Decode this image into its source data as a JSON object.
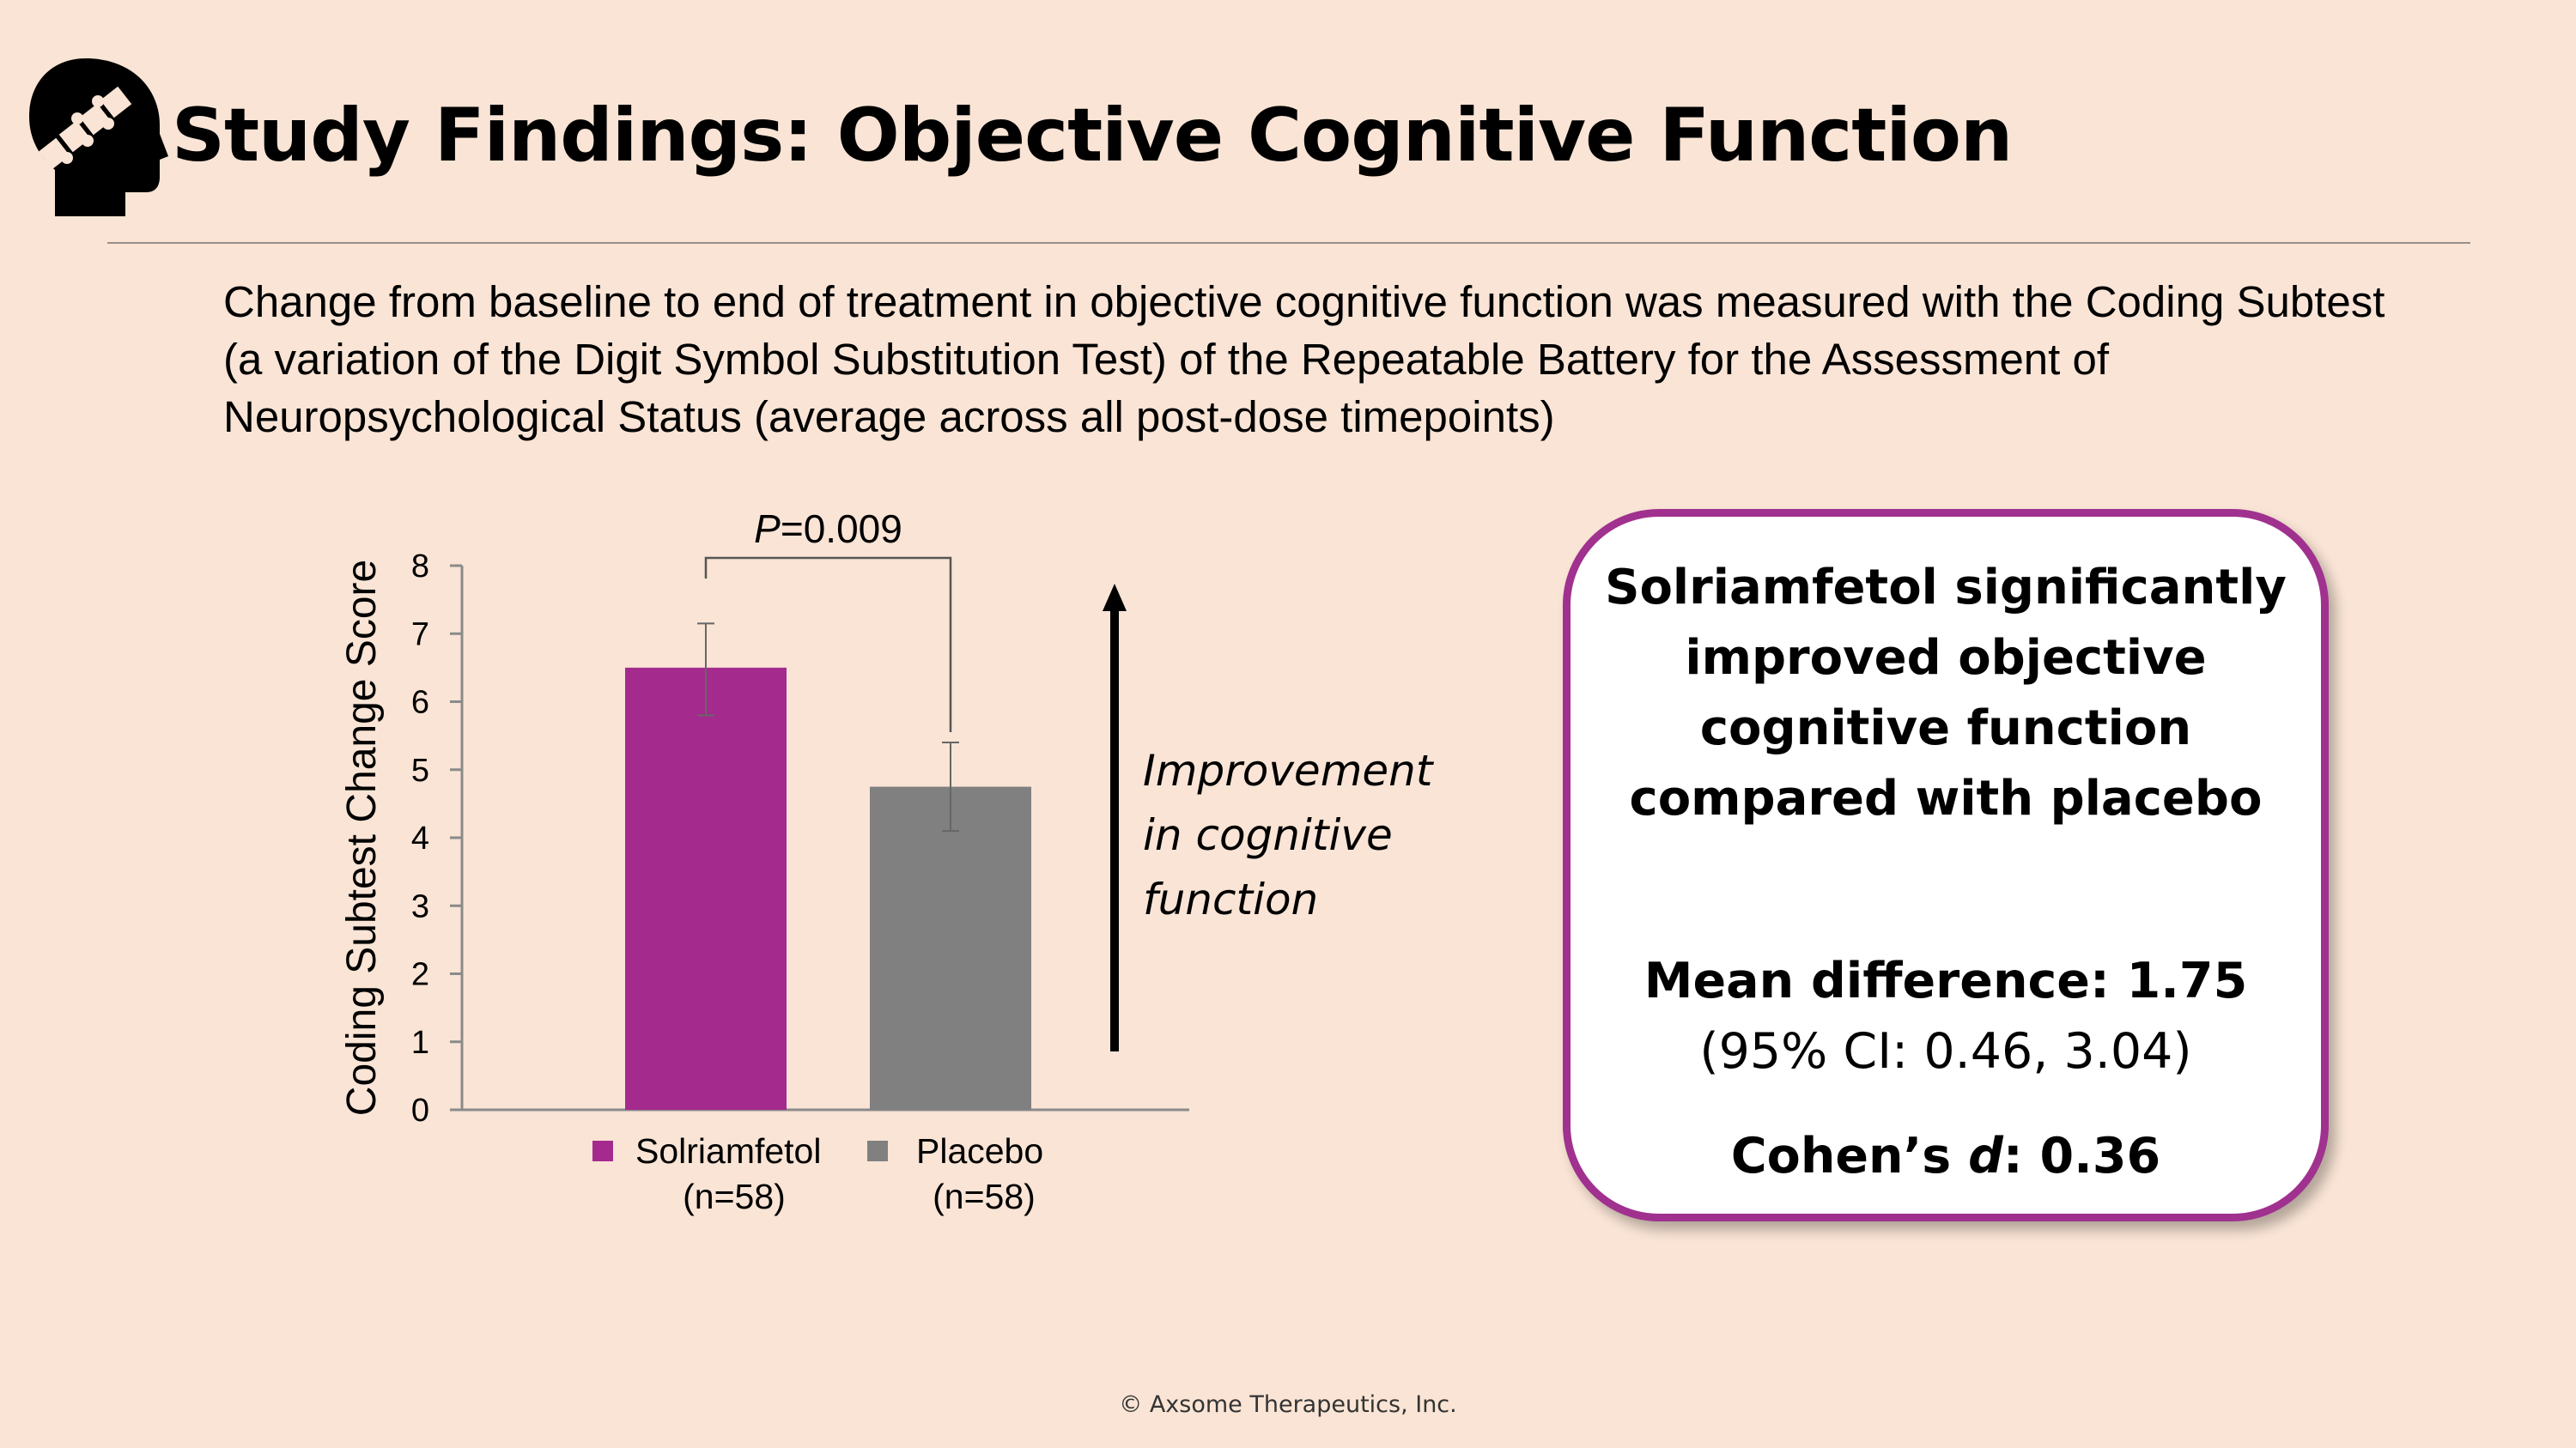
{
  "slide": {
    "title": "Study Findings: Objective Cognitive Function",
    "intro": "Change from baseline to end of treatment in objective cognitive function was measured with the Coding Subtest (a variation of the Digit Symbol Substitution Test) of the Repeatable Battery for the Assessment of Neuropsychological Status (average across all post-dose timepoints)",
    "icon": "head-puzzle-icon",
    "copyright": "© Axsome Therapeutics, Inc."
  },
  "chart_data": {
    "type": "bar",
    "ylabel": "Coding Subtest Change Score",
    "ylim": [
      0,
      8
    ],
    "yticks": [
      0,
      1,
      2,
      3,
      4,
      5,
      6,
      7,
      8
    ],
    "series": [
      {
        "name": "Solriamfetol",
        "n_label": "(n=58)",
        "value": 6.5,
        "error_low": 5.8,
        "error_high": 7.15,
        "color": "#a52a8e"
      },
      {
        "name": "Placebo",
        "n_label": "(n=58)",
        "value": 4.75,
        "error_low": 4.1,
        "error_high": 5.4,
        "color": "#808080"
      }
    ],
    "significance": {
      "p_symbol": "P",
      "p_rest": "=0.009"
    },
    "annotation": {
      "lines": [
        "Improvement",
        "in cognitive",
        "function"
      ],
      "direction": "up"
    },
    "legend_position": "bottom"
  },
  "callout": {
    "headline": "Solriamfetol significantly improved objective cognitive function compared with placebo",
    "mean_difference": "Mean difference: 1.75",
    "ci": "(95% CI: 0.46, 3.04)",
    "cohen_prefix": "Cohen’s ",
    "cohen_symbol": "d",
    "cohen_suffix": ": 0.36",
    "border_color": "#a0318f"
  }
}
